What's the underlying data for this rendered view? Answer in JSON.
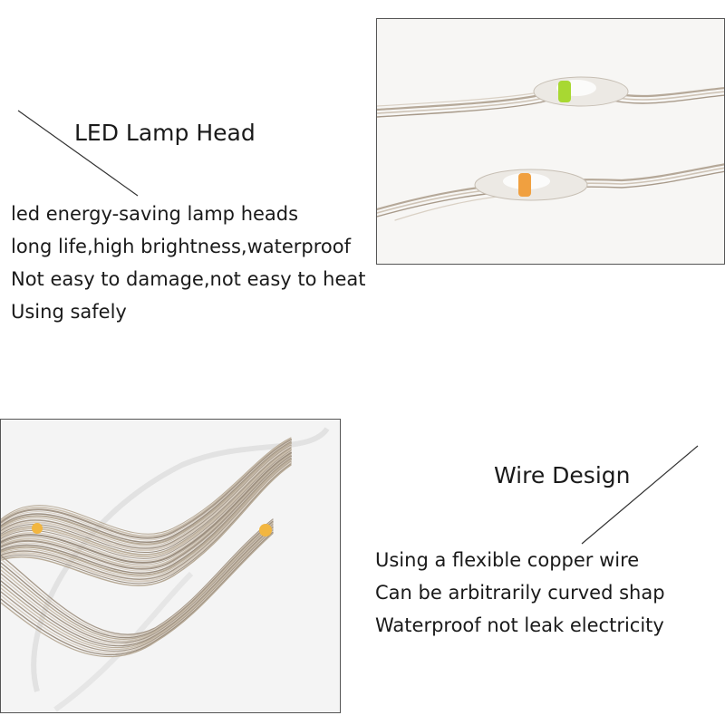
{
  "section_led": {
    "heading": "LED Lamp Head",
    "lines": [
      "led energy-saving lamp heads",
      "long life,high brightness,waterproof",
      "Not easy to damage,not easy to heat",
      "Using safely"
    ],
    "led_colors": [
      "#a8d832",
      "#f0a040"
    ]
  },
  "section_wire": {
    "heading": "Wire Design",
    "lines": [
      "Using a flexible copper wire",
      "Can be arbitrarily curved shap",
      "Waterproof not leak electricity"
    ],
    "led_color": "#f2b640"
  }
}
